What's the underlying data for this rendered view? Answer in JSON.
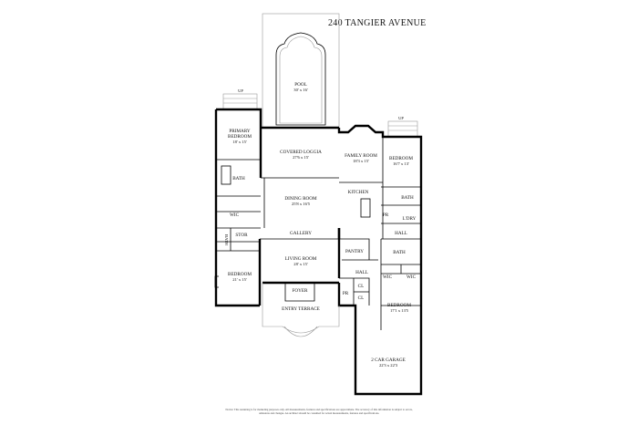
{
  "title": "240 TANGIER AVENUE",
  "rooms": {
    "pool": {
      "name": "POOL",
      "size": "30' x 16'"
    },
    "primary_bedroom": {
      "name1": "PRIMARY",
      "name2": "BEDROOM",
      "size": "18' x 15'"
    },
    "covered_loggia": {
      "name": "COVERED LOGGIA",
      "size": "27'6 x 15'"
    },
    "family_room": {
      "name": "FAMILY ROOM",
      "size": "18'3 x 15'"
    },
    "bedroom_ne": {
      "name": "BEDROOM",
      "size": "16'7 x 13'"
    },
    "bath_primary": {
      "name": "BATH"
    },
    "dining_room": {
      "name": "DINING ROOM",
      "size": "25'8 x 16'5"
    },
    "kitchen": {
      "name": "KITCHEN"
    },
    "bath_ne": {
      "name": "BATH"
    },
    "wic_primary": {
      "name": "WIC"
    },
    "pr_ne": {
      "name": "PR"
    },
    "laundry": {
      "name": "L'DRY"
    },
    "stor": {
      "name": "STOR"
    },
    "bath_small": {
      "name": "BATH"
    },
    "gallery": {
      "name": "GALLERY"
    },
    "hall_ne": {
      "name": "HALL"
    },
    "pantry": {
      "name": "PANTRY"
    },
    "bath_e": {
      "name": "BATH"
    },
    "living_room": {
      "name": "LIVING ROOM",
      "size": "28' x 15'"
    },
    "bedroom_w": {
      "name": "BEDROOM",
      "size": "21' x 15'"
    },
    "hall_mid": {
      "name": "HALL"
    },
    "wic_e1": {
      "name": "WIC"
    },
    "wic_e2": {
      "name": "WIC"
    },
    "foyer": {
      "name": "FOYER"
    },
    "cl1": {
      "name": "CL"
    },
    "cl2": {
      "name": "CL"
    },
    "pr_mid": {
      "name": "PR"
    },
    "bedroom_se": {
      "name": "BEDROOM",
      "size": "17'1 x 13'5"
    },
    "entry_terrace": {
      "name": "ENTRY TERRACE"
    },
    "garage": {
      "name": "2 CAR GARAGE",
      "size": "22'3 x 22'3"
    }
  },
  "stairs": {
    "up1": "UP",
    "up2": "UP"
  },
  "notice": "Notice: This rendering is for marketing purposes only. All measurements, features and specifications are approximate. The accuracy of this information is subject to errors, omissions and changes. An architect should be consulted for actual measurements, features and specifications."
}
